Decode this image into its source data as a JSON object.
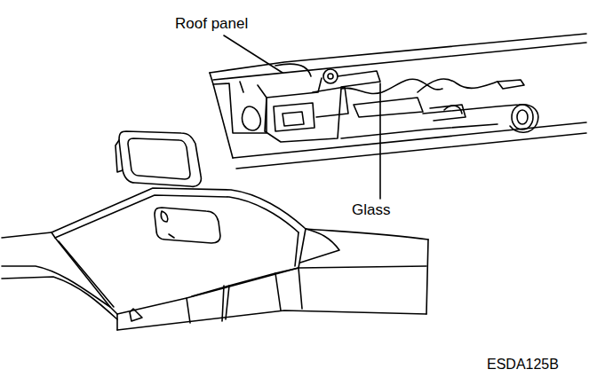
{
  "diagram": {
    "labels": [
      "Roof panel",
      "Glass",
      "ESDA125B"
    ]
  }
}
